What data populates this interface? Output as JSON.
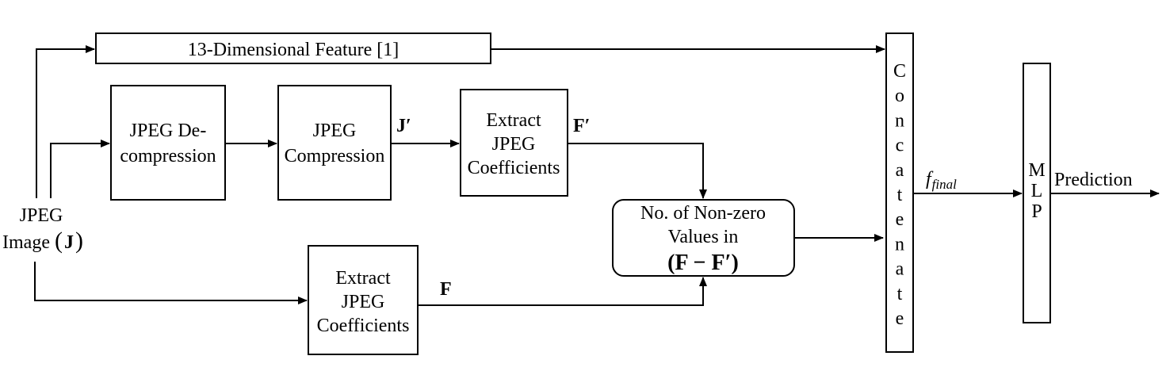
{
  "input": {
    "line1": "JPEG",
    "line2": "Image",
    "symbol": "J"
  },
  "feature13": {
    "label": "13-Dimensional Feature [1]"
  },
  "decompress": {
    "line1": "JPEG De-",
    "line2": "compression"
  },
  "compress": {
    "line1": "JPEG",
    "line2": "Compression"
  },
  "extract_top": {
    "line1": "Extract",
    "line2": "JPEG",
    "line3": "Coefficients"
  },
  "extract_bottom": {
    "line1": "Extract",
    "line2": "JPEG",
    "line3": "Coefficients"
  },
  "nonzero": {
    "line1": "No. of Non-zero",
    "line2": "Values in",
    "expr": "(F − F′)"
  },
  "labels": {
    "j_prime": "J′",
    "f_prime": "F′",
    "f": "F",
    "f_final_base": "f",
    "f_final_sub": "final"
  },
  "concat": {
    "letters": [
      "C",
      "o",
      "n",
      "c",
      "a",
      "t",
      "e",
      "n",
      "a",
      "t",
      "e"
    ]
  },
  "mlp": {
    "letters": [
      "M",
      "L",
      "P"
    ]
  },
  "output": {
    "label": "Prediction"
  }
}
